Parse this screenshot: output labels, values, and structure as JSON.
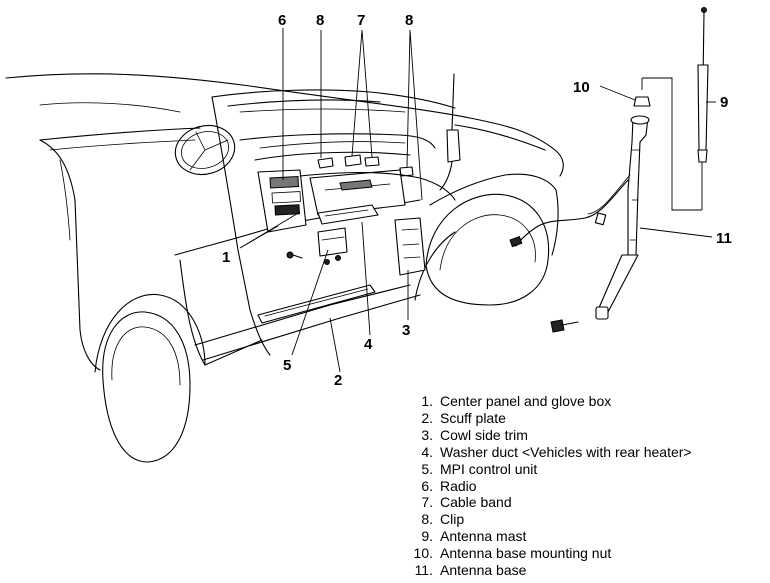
{
  "callouts": {
    "c1": "1",
    "c2": "2",
    "c3": "3",
    "c4": "4",
    "c5": "5",
    "c6": "6",
    "c7": "7",
    "c8a": "8",
    "c8b": "8",
    "c9": "9",
    "c10": "10",
    "c11": "11"
  },
  "legend": [
    {
      "number": "1.",
      "label": "Center panel and glove box"
    },
    {
      "number": "2.",
      "label": "Scuff plate"
    },
    {
      "number": "3.",
      "label": "Cowl side trim"
    },
    {
      "number": "4.",
      "label": "Washer duct <Vehicles with rear heater>"
    },
    {
      "number": "5.",
      "label": "MPI control unit"
    },
    {
      "number": "6.",
      "label": "Radio"
    },
    {
      "number": "7.",
      "label": "Cable band"
    },
    {
      "number": "8.",
      "label": "Clip"
    },
    {
      "number": "9.",
      "label": "Antenna mast"
    },
    {
      "number": "10.",
      "label": "Antenna base mounting nut"
    },
    {
      "number": "11.",
      "label": "Antenna base"
    }
  ]
}
